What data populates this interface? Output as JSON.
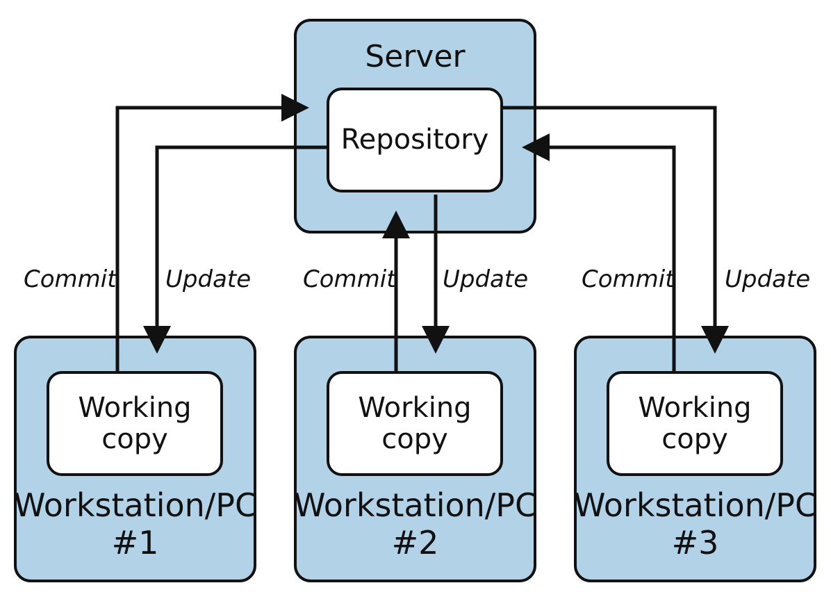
{
  "server": {
    "title": "Server",
    "repository": "Repository"
  },
  "workstations": [
    {
      "working_copy_line1": "Working",
      "working_copy_line2": "copy",
      "name": "Workstation/PC",
      "number": "#1",
      "commit_label": "Commit",
      "update_label": "Update"
    },
    {
      "working_copy_line1": "Working",
      "working_copy_line2": "copy",
      "name": "Workstation/PC",
      "number": "#2",
      "commit_label": "Commit",
      "update_label": "Update"
    },
    {
      "working_copy_line1": "Working",
      "working_copy_line2": "copy",
      "name": "Workstation/PC",
      "number": "#3",
      "commit_label": "Commit",
      "update_label": "Update"
    }
  ],
  "colors": {
    "box_fill": "#b2d2e8",
    "inner_fill": "#ffffff",
    "stroke": "#111111"
  }
}
